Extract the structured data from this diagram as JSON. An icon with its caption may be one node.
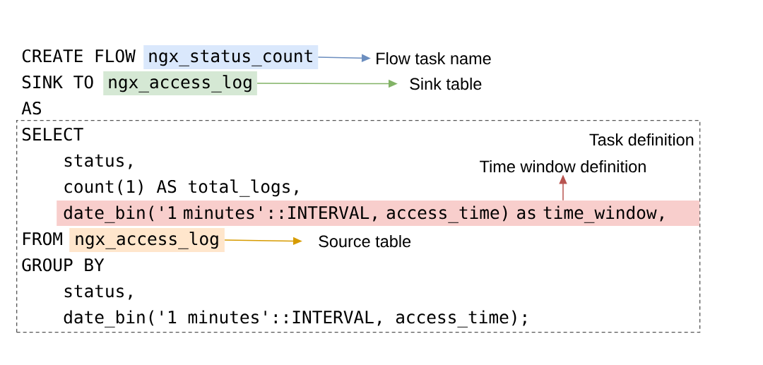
{
  "diagram": {
    "nodes": [
      {
        "text": [
          "ngx_status_count"
        ]
      },
      {
        "text": [
          "Flow task name"
        ]
      },
      {
        "text": [
          "ngx_access_log"
        ]
      },
      {
        "text": [
          "Sink table"
        ]
      },
      {
        "text": [
          "Task definition",
          "SELECT",
          "status,",
          "count(1) AS total_logs,",
          "FROM",
          "GROUP BY",
          "status,",
          "date_bin('1 minutes'::INTERVAL, access_time);"
        ]
      },
      {
        "text": [
          "Time window definition"
        ],
        "in": 4
      },
      {
        "text": [
          "date_bin('1 minutes'::INTERVAL, access_time) as time_window,"
        ],
        "in": 4
      },
      {
        "text": [
          "ngx_access_log"
        ],
        "in": 4
      },
      {
        "text": [
          "Source table"
        ],
        "in": 4
      }
    ],
    "edges": [
      {
        "from": 0,
        "to": 1,
        "arrow": "to",
        "color": "#6c8ebf"
      },
      {
        "from": 2,
        "to": 3,
        "arrow": "to",
        "color": "#82b366"
      },
      {
        "from": 6,
        "to": 5,
        "arrow": "to",
        "color": "#b85450"
      },
      {
        "from": 7,
        "to": 8,
        "arrow": "to",
        "color": "#d79b00"
      }
    ],
    "labels": [
      "CREATE FLOW",
      "SINK TO",
      "AS"
    ]
  }
}
